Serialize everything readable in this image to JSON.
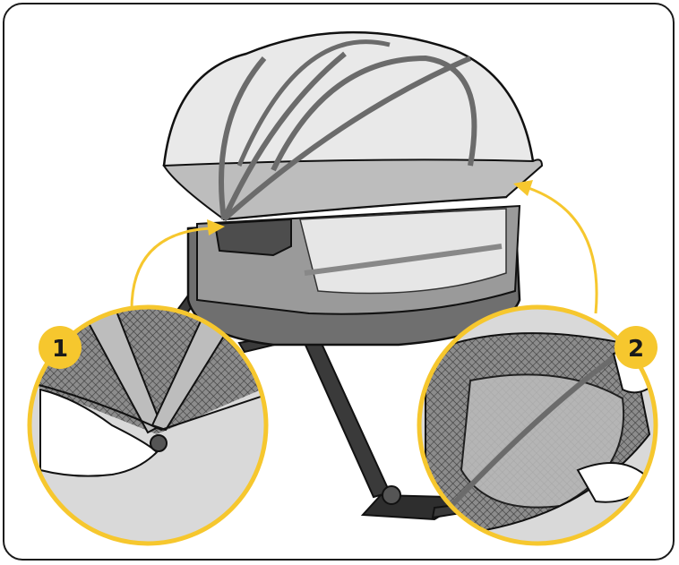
{
  "callouts": [
    {
      "number": "1"
    },
    {
      "number": "2"
    }
  ],
  "colors": {
    "accent_yellow": "#F6C72E",
    "outline": "#1a1a1a",
    "fabric_light": "#e9e9e9",
    "fabric_mid": "#bdbdbd",
    "fabric_dark": "#6f6f6f",
    "frame_dark": "#3a3a3a"
  },
  "icons": [
    "canopy-illustration",
    "detail-magnifier",
    "arrow"
  ]
}
